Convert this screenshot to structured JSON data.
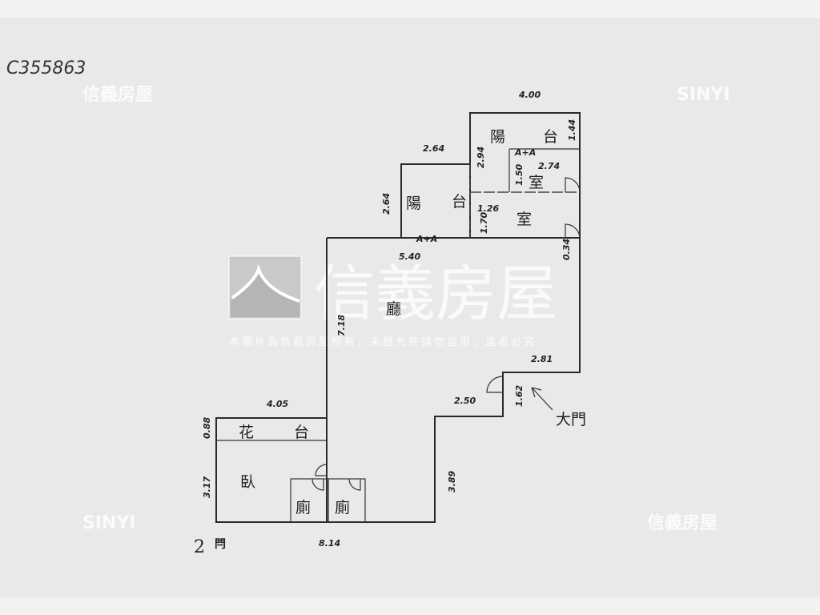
{
  "code": "C355863",
  "watermarks": {
    "brand_cn": "信義房屋",
    "brand_en": "SINYI",
    "notice": "本圖片為信義房屋所有，未經允許請勿盜用，違者必究"
  },
  "floor": {
    "number": "2",
    "mark": "閂"
  },
  "rooms": {
    "balcony_top_1": "陽",
    "balcony_top_2": "台",
    "room_small": "室",
    "room_main": "室",
    "balcony_left_1": "陽",
    "balcony_left_2": "台",
    "living": "廳",
    "entrance": "大門",
    "planter_1": "花",
    "planter_2": "台",
    "bedroom": "臥",
    "toilet_1": "廁",
    "toilet_2": "廁",
    "window_marks": "A+A"
  },
  "dimensions": {
    "balcony_width": "4.00",
    "left_balcony_width": "2.64",
    "balcony_depth": "2.94",
    "balcony_right": "1.44",
    "small_room_width": "2.74",
    "small_room_depth": "1.50",
    "left_balcony_depth": "2.64",
    "room_width": "1.26",
    "room_depth": "1.70",
    "living_width": "5.40",
    "right_small": "0.34",
    "living_depth": "7.18",
    "right_step": "2.81",
    "step_width": "2.50",
    "door_depth": "1.62",
    "planter_width": "4.05",
    "planter_depth": "0.88",
    "bedroom_depth": "3.17",
    "lower_depth": "3.89",
    "total_width": "8.14"
  }
}
